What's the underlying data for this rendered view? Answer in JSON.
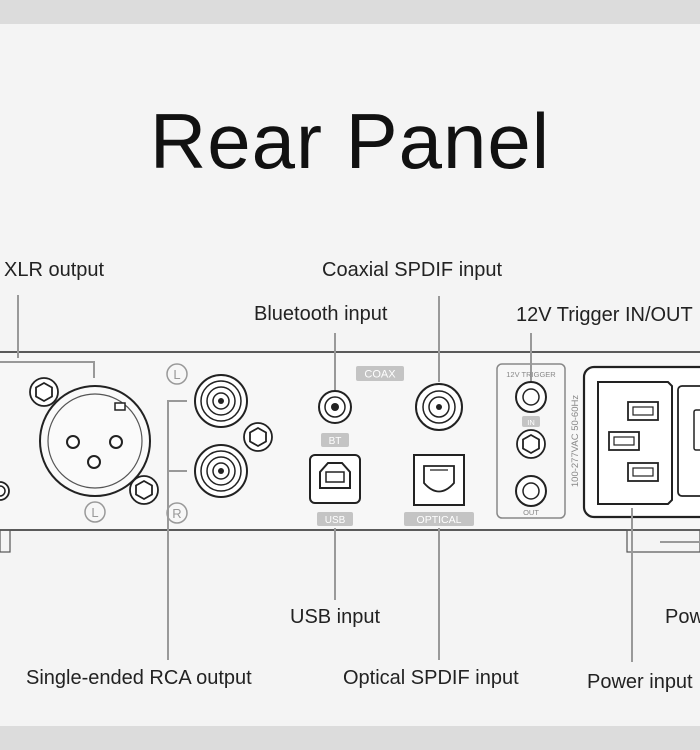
{
  "title": "Rear Panel",
  "labels": {
    "xlr_output": "XLR output",
    "coaxial_spdif_input": "Coaxial SPDIF input",
    "bluetooth_input": "Bluetooth input",
    "trigger_in_out": "12V Trigger IN/OUT",
    "usb_input": "USB input",
    "power_partial": "Pow",
    "single_ended_rca_output": "Single-ended RCA output",
    "optical_spdif_input": "Optical SPDIF input",
    "power_input": "Power input"
  },
  "panel_marks": {
    "coax": "COAX",
    "bt": "BT",
    "usb": "USB",
    "optical": "OPTICAL",
    "trigger": "12V TRIGGER",
    "in": "IN",
    "out": "OUT",
    "voltage": "100-277VAC 50-60Hz",
    "left": "L",
    "right": "R",
    "xlr_left": "L"
  }
}
